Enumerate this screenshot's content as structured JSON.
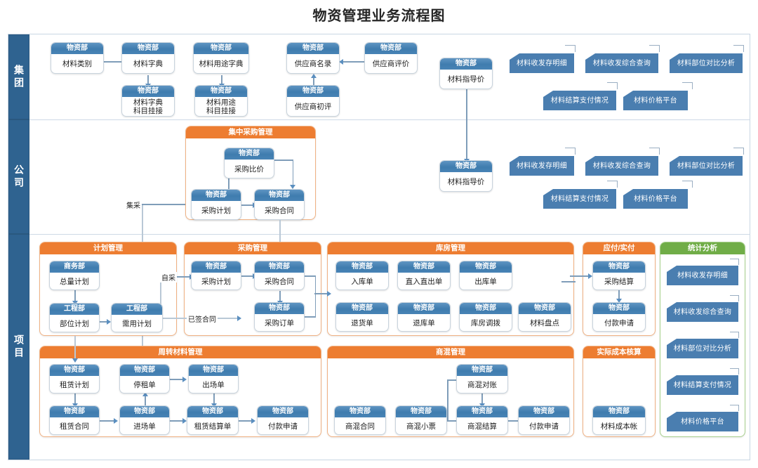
{
  "title": "物资管理业务流程图",
  "lanes": [
    {
      "id": "group",
      "label": "集团"
    },
    {
      "id": "company",
      "label": "公司"
    },
    {
      "id": "project",
      "label": "项目"
    }
  ],
  "dept_names": {
    "wuzi": "物资部",
    "shangwu": "商务部",
    "gongcheng": "工程部"
  },
  "group_lane": {
    "nodes": [
      {
        "id": "g-cailiao-leibie",
        "dept": "物资部",
        "label": "材料类别"
      },
      {
        "id": "g-cailiao-zidian",
        "dept": "物资部",
        "label": "材料字典"
      },
      {
        "id": "g-cailiao-yongtu-zidian",
        "dept": "物资部",
        "label": "材料用途字典"
      },
      {
        "id": "g-gongyingshang-minglu",
        "dept": "物资部",
        "label": "供应商名录"
      },
      {
        "id": "g-gongyingshang-pingjia",
        "dept": "物资部",
        "label": "供应商评价"
      },
      {
        "id": "g-cailiao-zhidaojia",
        "dept": "物资部",
        "label": "材料指导价"
      },
      {
        "id": "g-cailiao-zidian-kemu",
        "dept": "物资部",
        "label": "材料字典\n科目挂接"
      },
      {
        "id": "g-cailiao-yongtu-kemu",
        "dept": "物资部",
        "label": "材料用途\n科目挂接"
      },
      {
        "id": "g-gongyingshang-chuping",
        "dept": "物资部",
        "label": "供应商初评"
      }
    ],
    "reports": [
      {
        "id": "g-rpt-1",
        "label": "材料收发存明细"
      },
      {
        "id": "g-rpt-2",
        "label": "材料收发综合查询"
      },
      {
        "id": "g-rpt-3",
        "label": "材料部位对比分析"
      },
      {
        "id": "g-rpt-4",
        "label": "材料结算支付情况"
      },
      {
        "id": "g-rpt-5",
        "label": "材料价格平台"
      }
    ]
  },
  "company_lane": {
    "panel": {
      "id": "jizhong-caigou-guanli",
      "title": "集中采购管理"
    },
    "nodes": [
      {
        "id": "c-caigou-bijia",
        "dept": "物资部",
        "label": "采购比价"
      },
      {
        "id": "c-caigou-jihua",
        "dept": "物资部",
        "label": "采购计划"
      },
      {
        "id": "c-caigou-hetong",
        "dept": "物资部",
        "label": "采购合同"
      },
      {
        "id": "c-cailiao-zhidaojia",
        "dept": "物资部",
        "label": "材料指导价"
      }
    ],
    "edge_label": "集采",
    "reports": [
      {
        "id": "c-rpt-1",
        "label": "材料收发存明细"
      },
      {
        "id": "c-rpt-2",
        "label": "材料收发综合查询"
      },
      {
        "id": "c-rpt-3",
        "label": "材料部位对比分析"
      },
      {
        "id": "c-rpt-4",
        "label": "材料结算支付情况"
      },
      {
        "id": "c-rpt-5",
        "label": "材料价格平台"
      }
    ]
  },
  "project_lane": {
    "panels": [
      {
        "id": "jihua-guanli",
        "title": "计划管理",
        "color": "orange"
      },
      {
        "id": "caigou-guanli",
        "title": "采购管理",
        "color": "orange"
      },
      {
        "id": "kufang-guanli",
        "title": "库房管理",
        "color": "orange"
      },
      {
        "id": "yingfu-shifu",
        "title": "应付/实付",
        "color": "orange"
      },
      {
        "id": "tongji-fenxi",
        "title": "统计分析",
        "color": "green"
      },
      {
        "id": "zhouzhuan-cailiao-guanli",
        "title": "周转材料管理",
        "color": "orange"
      },
      {
        "id": "shanghun-guanli",
        "title": "商混管理",
        "color": "orange"
      },
      {
        "id": "shiji-chengben-hesuan",
        "title": "实际成本核算",
        "color": "orange"
      }
    ],
    "jihua_nodes": [
      {
        "id": "p-zongliang-jihua",
        "dept": "商务部",
        "label": "总量计划"
      },
      {
        "id": "p-buwei-jihua",
        "dept": "工程部",
        "label": "部位计划"
      },
      {
        "id": "p-xuyong-jihua",
        "dept": "工程部",
        "label": "需用计划"
      }
    ],
    "caigou_nodes": [
      {
        "id": "p-caigou-jihua",
        "dept": "物资部",
        "label": "采购计划"
      },
      {
        "id": "p-caigou-hetong",
        "dept": "物资部",
        "label": "采购合同"
      },
      {
        "id": "p-caigou-dingdan",
        "dept": "物资部",
        "label": "采购订单"
      }
    ],
    "caigou_edge_labels": [
      "自采",
      "已签合同"
    ],
    "kufang_nodes": [
      {
        "id": "p-ruku-dan",
        "dept": "物资部",
        "label": "入库单"
      },
      {
        "id": "p-zhiru-zhichu",
        "dept": "物资部",
        "label": "直入直出单"
      },
      {
        "id": "p-chuku-dan",
        "dept": "物资部",
        "label": "出库单"
      },
      {
        "id": "p-tuihuo-dan",
        "dept": "物资部",
        "label": "退货单"
      },
      {
        "id": "p-tuiku-dan",
        "dept": "物资部",
        "label": "退库单"
      },
      {
        "id": "p-kufang-diaobo",
        "dept": "物资部",
        "label": "库房调拨"
      },
      {
        "id": "p-cailiao-pandian",
        "dept": "物资部",
        "label": "材料盘点"
      }
    ],
    "yingfu_nodes": [
      {
        "id": "p-caigou-jiesuan",
        "dept": "物资部",
        "label": "采购结算"
      },
      {
        "id": "p-fukuan-shenqing",
        "dept": "物资部",
        "label": "付款申请"
      }
    ],
    "tongji_reports": [
      {
        "id": "p-rpt-1",
        "label": "材料收发存明细"
      },
      {
        "id": "p-rpt-2",
        "label": "材料收发综合查询"
      },
      {
        "id": "p-rpt-3",
        "label": "材料部位对比分析"
      },
      {
        "id": "p-rpt-4",
        "label": "材料结算支付情况"
      },
      {
        "id": "p-rpt-5",
        "label": "材料价格平台"
      }
    ],
    "zhouzhuan_nodes": [
      {
        "id": "p-zulin-jihua",
        "dept": "物资部",
        "label": "租赁计划"
      },
      {
        "id": "p-tingzu-dan",
        "dept": "物资部",
        "label": "停租单"
      },
      {
        "id": "p-chuchang-dan",
        "dept": "物资部",
        "label": "出场单"
      },
      {
        "id": "p-zulin-hetong",
        "dept": "物资部",
        "label": "租赁合同"
      },
      {
        "id": "p-jinchang-dan",
        "dept": "物资部",
        "label": "进场单"
      },
      {
        "id": "p-zulin-jiesuandan",
        "dept": "物资部",
        "label": "租赁结算单"
      },
      {
        "id": "p-zz-fukuan",
        "dept": "物资部",
        "label": "付款申请"
      }
    ],
    "shanghun_nodes": [
      {
        "id": "p-shanghun-duizhang",
        "dept": "物资部",
        "label": "商混对账"
      },
      {
        "id": "p-shanghun-hetong",
        "dept": "物资部",
        "label": "商混合同"
      },
      {
        "id": "p-shanghun-xiaopiao",
        "dept": "物资部",
        "label": "商混小票"
      },
      {
        "id": "p-shanghun-jiesuan",
        "dept": "物资部",
        "label": "商混结算"
      },
      {
        "id": "p-sh-fukuan",
        "dept": "物资部",
        "label": "付款申请"
      }
    ],
    "chengben_nodes": [
      {
        "id": "p-cailiao-chengbenzhang",
        "dept": "物资部",
        "label": "材料成本帐"
      }
    ]
  },
  "colors": {
    "band": "#2f6390",
    "node_header": "#4883b5",
    "panel_orange": "#ed7d31",
    "panel_green": "#70ad47",
    "report_fill": "#4a7eb0",
    "connector": "#7f9db9"
  }
}
